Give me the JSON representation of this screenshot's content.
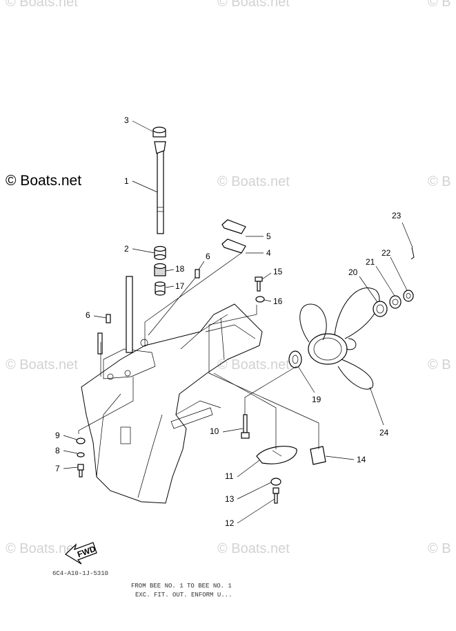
{
  "watermarks": [
    "© Boats.net",
    "© Boats.net",
    "© B",
    "© Boats.net",
    "© B",
    "© Boats.net",
    "© Boats.net",
    "© B",
    "© Boats.net",
    "© Boats.net",
    "© B"
  ],
  "watermark_main": "© Boats.net",
  "callouts": [
    "1",
    "2",
    "3",
    "4",
    "5",
    "6",
    "6",
    "7",
    "8",
    "9",
    "10",
    "11",
    "12",
    "13",
    "14",
    "15",
    "16",
    "17",
    "18",
    "19",
    "20",
    "21",
    "22",
    "23",
    "24"
  ],
  "fwd_label": "FWD",
  "notes": {
    "code": "6C4-A10-1J-5310",
    "line1": "FROM BEE NO. 1 TO BEE NO. 1",
    "line2": "EXC. FIT. OUT. ENFORM U..."
  }
}
